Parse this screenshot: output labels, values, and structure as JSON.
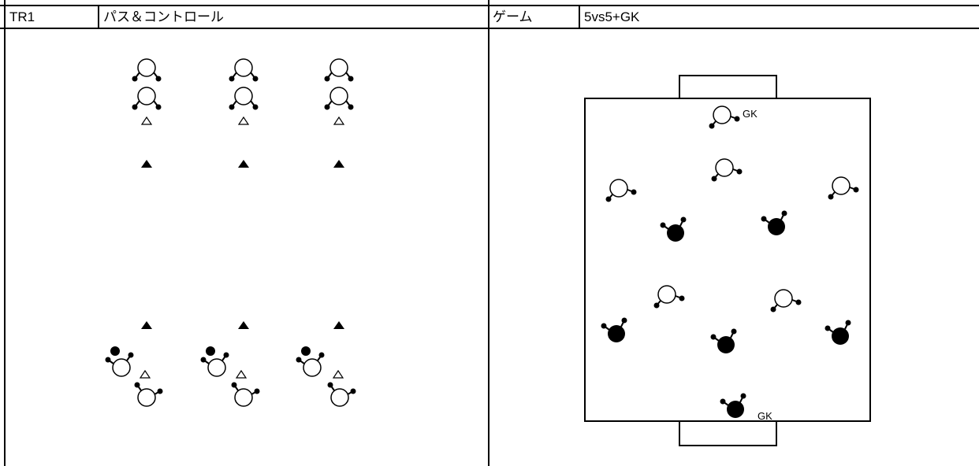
{
  "left_panel": {
    "code": "TR1",
    "title": "パス＆コントロール"
  },
  "right_panel": {
    "code": "ゲーム",
    "title": "5vs5+GK"
  },
  "goalkeeper_label": "GK"
}
